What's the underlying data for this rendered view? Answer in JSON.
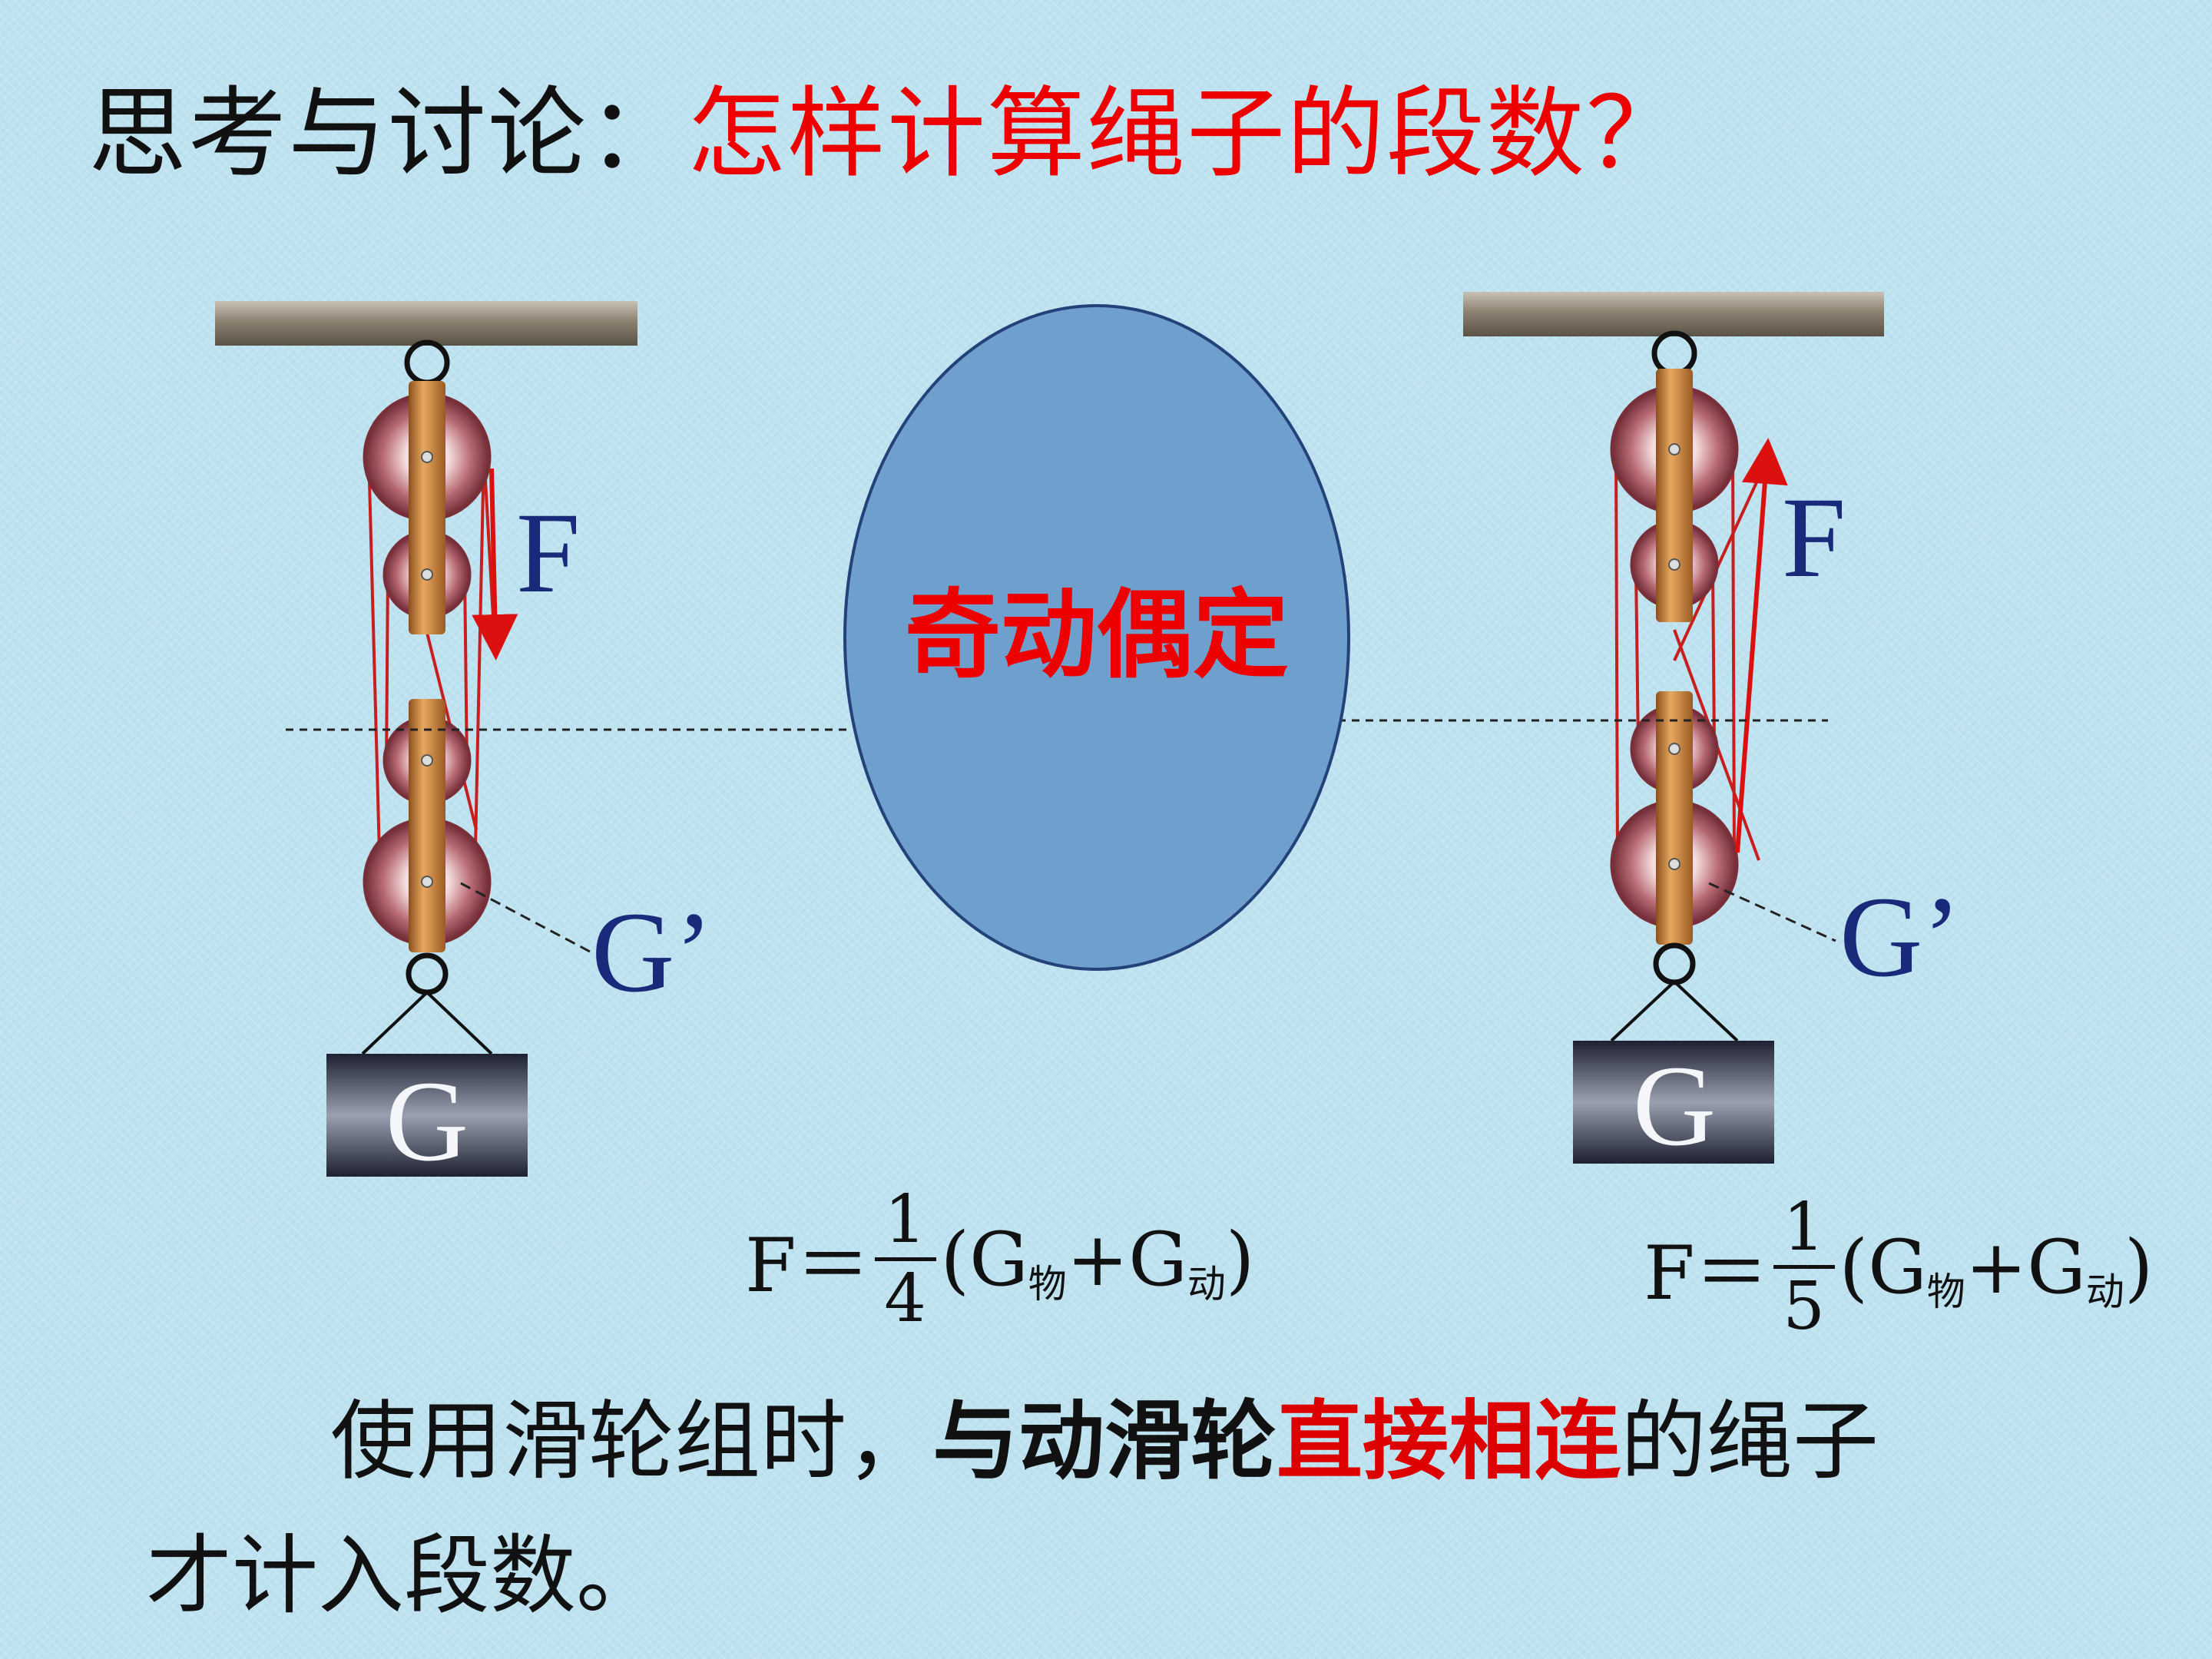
{
  "title": {
    "lead": "思考与讨论：",
    "question": "怎样计算绳子的段数？"
  },
  "mnemonic": "奇动偶定",
  "diagram_labels": {
    "force": "F",
    "pulley_weight": "G’",
    "load": "G"
  },
  "formulas": [
    {
      "lhs": "F＝",
      "numerator": "1",
      "denominator": "4",
      "open": "(G",
      "sub1": "物",
      "plus": "+G",
      "sub2": "动",
      "close": ")"
    },
    {
      "lhs": "F＝",
      "numerator": "1",
      "denominator": "5",
      "open": "(G",
      "sub1": "物",
      "plus": "+G",
      "sub2": "动",
      "close": ")"
    }
  ],
  "paragraph": {
    "part1": "使用滑轮组时，",
    "part2": "与动滑轮",
    "part3": "直接相连",
    "part4": "的绳子",
    "part5": "才计入段数。"
  },
  "colors": {
    "background": "#bee2ef",
    "accent_red": "#ee0000",
    "ellipse_fill": "#6f9fcc",
    "ellipse_stroke": "#24427a",
    "label_blue": "#1a2a7a",
    "rope": "#cc2020",
    "pulley_frame": "#c8843a"
  }
}
